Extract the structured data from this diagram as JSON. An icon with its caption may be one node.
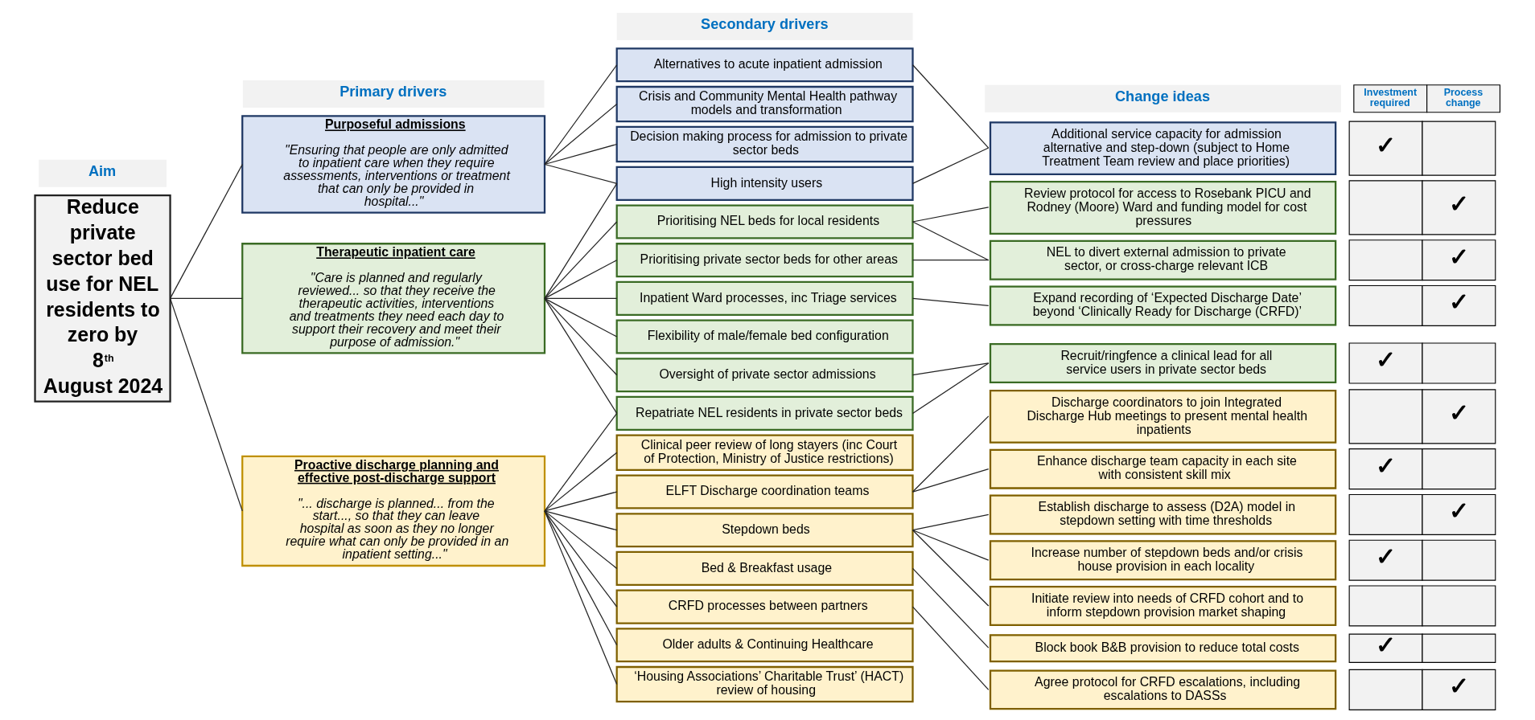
{
  "diagram": {
    "nodes": [
      {
        "text": [
          "Reduce private sector bed use for NEL residents to zero by 8$^{th}$ August 2024"
        ]
      },
      {
        "text": [
          "Purposeful admissions",
          "\"Ensuring that people are only admitted to inpatient care when they require assessments, interventions or treatment that can only be provided in hospital...\""
        ]
      },
      {
        "text": [
          "Therapeutic inpatient care",
          "\"Care is planned and regularly reviewed... so that they receive the therapeutic activities, interventions and treatments they need each day to support their recovery and meet their purpose of admission.\""
        ]
      },
      {
        "text": [
          "Proactive discharge planning and effective post-discharge support",
          "\"... discharge is planned... from the start..., so that they can leave hospital as soon as they no longer require what can only be provided in an inpatient setting...\""
        ]
      },
      {
        "text": [
          "Alternatives to acute inpatient admission"
        ]
      },
      {
        "text": [
          "Crisis and Community Mental Health pathway models and transformation"
        ]
      },
      {
        "text": [
          "Decision making process for admission to private sector beds"
        ]
      },
      {
        "text": [
          "High intensity users"
        ]
      },
      {
        "text": [
          "Prioritising NEL beds for local residents"
        ]
      },
      {
        "text": [
          "Prioritising private sector beds for other areas"
        ]
      },
      {
        "text": [
          "Inpatient Ward processes, inc Triage services"
        ]
      },
      {
        "text": [
          "Flexibility of male/female bed configuration"
        ]
      },
      {
        "text": [
          "Oversight of private sector admissions"
        ]
      },
      {
        "text": [
          "Repatriate NEL residents in private sector beds"
        ]
      },
      {
        "text": [
          "Clinical peer review of long stayers (inc Court of Protection, Ministry of Justice restrictions)"
        ]
      },
      {
        "text": [
          "ELFT Discharge coordination teams"
        ]
      },
      {
        "text": [
          "Stepdown beds"
        ]
      },
      {
        "text": [
          "Bed & Breakfast usage"
        ]
      },
      {
        "text": [
          "CRFD processes between partners"
        ]
      },
      {
        "text": [
          "Older adults & Continuing Healthcare"
        ]
      },
      {
        "text": [
          "‘Housing Associations’ Charitable Trust’ (HACT) review of housing"
        ]
      },
      {
        "text": [
          "Additional service capacity for admission alternative and step-down (subject to Home Treatment Team review and place priorities)"
        ],
        "beside": [
          "✓"
        ]
      },
      {
        "text": [
          "Review protocol for access to Rosebank PICU and Rodney (Moore) Ward and funding model for cost pressures"
        ],
        "beside": [
          "✓"
        ]
      },
      {
        "text": [
          "NEL to divert external admission to private sector, or cross-charge relevant ICB"
        ],
        "beside": [
          "✓"
        ]
      },
      {
        "text": [
          "Expand recording of ‘Expected Discharge Date’ beyond ‘Clinically Ready for Discharge (CRFD)’"
        ],
        "beside": [
          "✓"
        ]
      },
      {
        "text": [
          "Recruit/ringfence a clinical lead for all service users in private sector beds"
        ],
        "beside": [
          "✓"
        ]
      },
      {
        "text": [
          "Discharge coordinators to join Integrated Discharge Hub meetings to present mental health inpatients"
        ],
        "beside": [
          "✓"
        ]
      },
      {
        "text": [
          "Enhance discharge team capacity in each site with consistent skill mix"
        ],
        "beside": [
          "✓"
        ]
      },
      {
        "text": [
          "Establish discharge to assess (D2A) model in stepdown setting with time thresholds"
        ],
        "beside": [
          "✓"
        ]
      },
      {
        "text": [
          "Increase number of stepdown beds and/or crisis house provision in each locality"
        ],
        "beside": [
          "✓"
        ]
      },
      {
        "text": [
          "Initiate review into needs of CRFD cohort and to inform stepdown provision market shaping"
        ]
      },
      {
        "text": [
          "Block book B&B provision to reduce total costs"
        ],
        "beside": [
          "✓"
        ]
      },
      {
        "text": [
          "Agree protocol for CRFD escalations, including escalations to DASSs"
        ],
        "beside": [
          "✓"
        ]
      }
    ],
    "edges": [
      {
        "from": 0,
        "to": 1,
        "arrow": "none"
      },
      {
        "from": 0,
        "to": 2,
        "arrow": "none"
      },
      {
        "from": 0,
        "to": 3,
        "arrow": "none"
      },
      {
        "from": 1,
        "to": 4,
        "arrow": "none"
      },
      {
        "from": 1,
        "to": 5,
        "arrow": "none"
      },
      {
        "from": 1,
        "to": 6,
        "arrow": "none"
      },
      {
        "from": 1,
        "to": 7,
        "arrow": "none"
      },
      {
        "from": 2,
        "to": 7,
        "arrow": "none"
      },
      {
        "from": 2,
        "to": 8,
        "arrow": "none"
      },
      {
        "from": 2,
        "to": 9,
        "arrow": "none"
      },
      {
        "from": 2,
        "to": 10,
        "arrow": "none"
      },
      {
        "from": 2,
        "to": 11,
        "arrow": "none"
      },
      {
        "from": 2,
        "to": 12,
        "arrow": "none"
      },
      {
        "from": 2,
        "to": 13,
        "arrow": "none"
      },
      {
        "from": 3,
        "to": 13,
        "arrow": "none"
      },
      {
        "from": 3,
        "to": 14,
        "arrow": "none"
      },
      {
        "from": 3,
        "to": 15,
        "arrow": "none"
      },
      {
        "from": 3,
        "to": 16,
        "arrow": "none"
      },
      {
        "from": 3,
        "to": 17,
        "arrow": "none"
      },
      {
        "from": 3,
        "to": 18,
        "arrow": "none"
      },
      {
        "from": 3,
        "to": 19,
        "arrow": "none"
      },
      {
        "from": 3,
        "to": 20,
        "arrow": "none"
      },
      {
        "from": 4,
        "to": 21,
        "arrow": "none"
      },
      {
        "from": 7,
        "to": 21,
        "arrow": "none"
      },
      {
        "from": 8,
        "to": 22,
        "arrow": "none"
      },
      {
        "from": 8,
        "to": 23,
        "arrow": "none"
      },
      {
        "from": 9,
        "to": 23,
        "arrow": "none"
      },
      {
        "from": 10,
        "to": 24,
        "arrow": "none"
      },
      {
        "from": 12,
        "to": 25,
        "arrow": "none"
      },
      {
        "from": 13,
        "to": 25,
        "arrow": "none"
      },
      {
        "from": 15,
        "to": 26,
        "arrow": "none"
      },
      {
        "from": 15,
        "to": 27,
        "arrow": "none"
      },
      {
        "from": 16,
        "to": 28,
        "arrow": "none"
      },
      {
        "from": 16,
        "to": 29,
        "arrow": "none"
      },
      {
        "from": 16,
        "to": 30,
        "arrow": "none"
      },
      {
        "from": 17,
        "to": 31,
        "arrow": "none"
      },
      {
        "from": 18,
        "to": 32,
        "arrow": "none"
      }
    ],
    "labels": [
      "Aim",
      "Primary drivers",
      "Secondary drivers",
      "Change ideas",
      "Investment required",
      "Process change"
    ]
  }
}
